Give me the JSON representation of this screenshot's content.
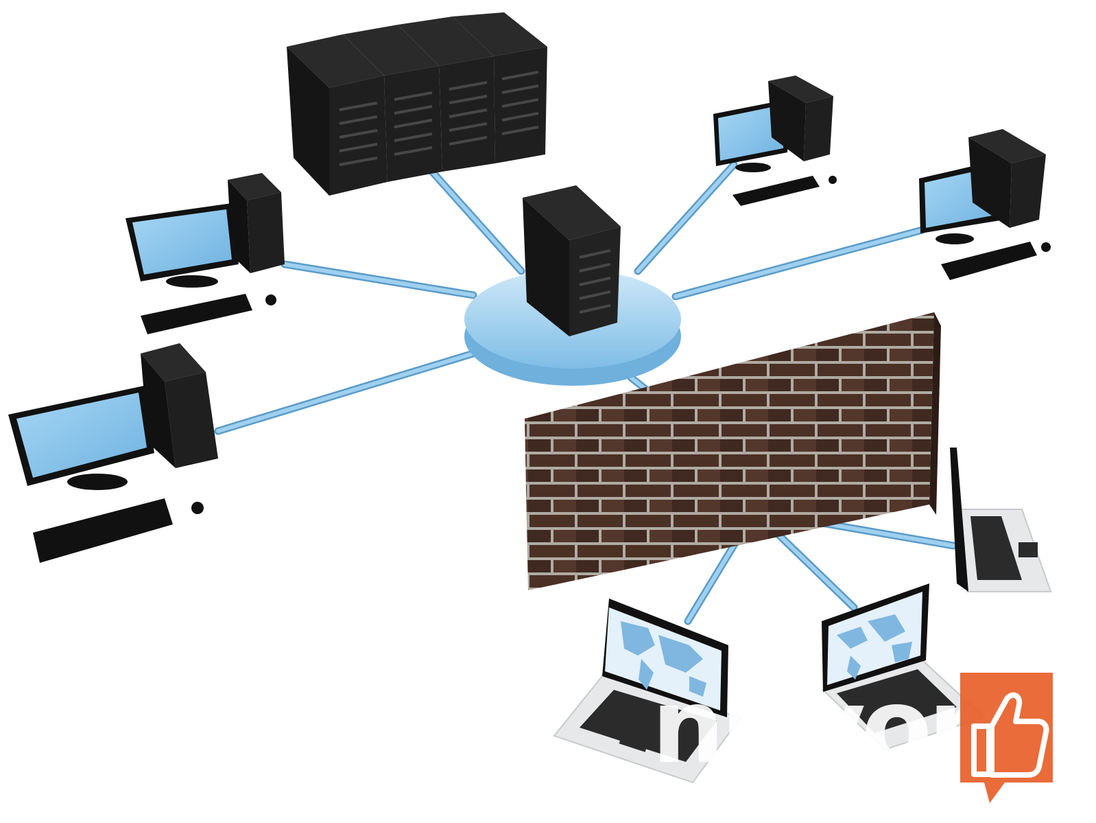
{
  "diagram": {
    "nodes": [
      {
        "id": "server-rack",
        "kind": "server-rack",
        "unit_count": 4
      },
      {
        "id": "central-server",
        "kind": "server"
      },
      {
        "id": "hub",
        "kind": "network-hub"
      },
      {
        "id": "desktop-upper-left",
        "kind": "desktop"
      },
      {
        "id": "desktop-lower-left",
        "kind": "desktop"
      },
      {
        "id": "desktop-upper-right",
        "kind": "desktop"
      },
      {
        "id": "desktop-right",
        "kind": "desktop"
      },
      {
        "id": "firewall",
        "kind": "brick-wall"
      },
      {
        "id": "laptop-front-left",
        "kind": "laptop",
        "screen": "world-map"
      },
      {
        "id": "laptop-front-right",
        "kind": "laptop",
        "screen": "world-map"
      },
      {
        "id": "laptop-right",
        "kind": "laptop",
        "screen": "closed-view"
      }
    ],
    "connections": [
      {
        "from": "hub",
        "to": "server-rack"
      },
      {
        "from": "hub",
        "to": "desktop-upper-left"
      },
      {
        "from": "hub",
        "to": "desktop-lower-left"
      },
      {
        "from": "hub",
        "to": "desktop-upper-right"
      },
      {
        "from": "hub",
        "to": "desktop-right"
      },
      {
        "from": "hub",
        "to": "firewall"
      },
      {
        "from": "firewall",
        "to": "laptop-front-left"
      },
      {
        "from": "firewall",
        "to": "laptop-front-right"
      },
      {
        "from": "firewall",
        "to": "laptop-right"
      }
    ]
  },
  "watermark": {
    "text": "nirvora",
    "badge_icon": "thumbs-up-icon"
  },
  "colors": {
    "cable": "#8ec3e6",
    "cable_shadow": "#5a9bc8",
    "hub": "#a9d3ef",
    "hub_edge": "#6fb0dd",
    "tower": "#1e1e1e",
    "tower_side": "#111111",
    "screen": "#8ec6ec",
    "brick": "#5a3a2e",
    "mortar": "#d8d4cc",
    "badge": "#e8602a"
  }
}
